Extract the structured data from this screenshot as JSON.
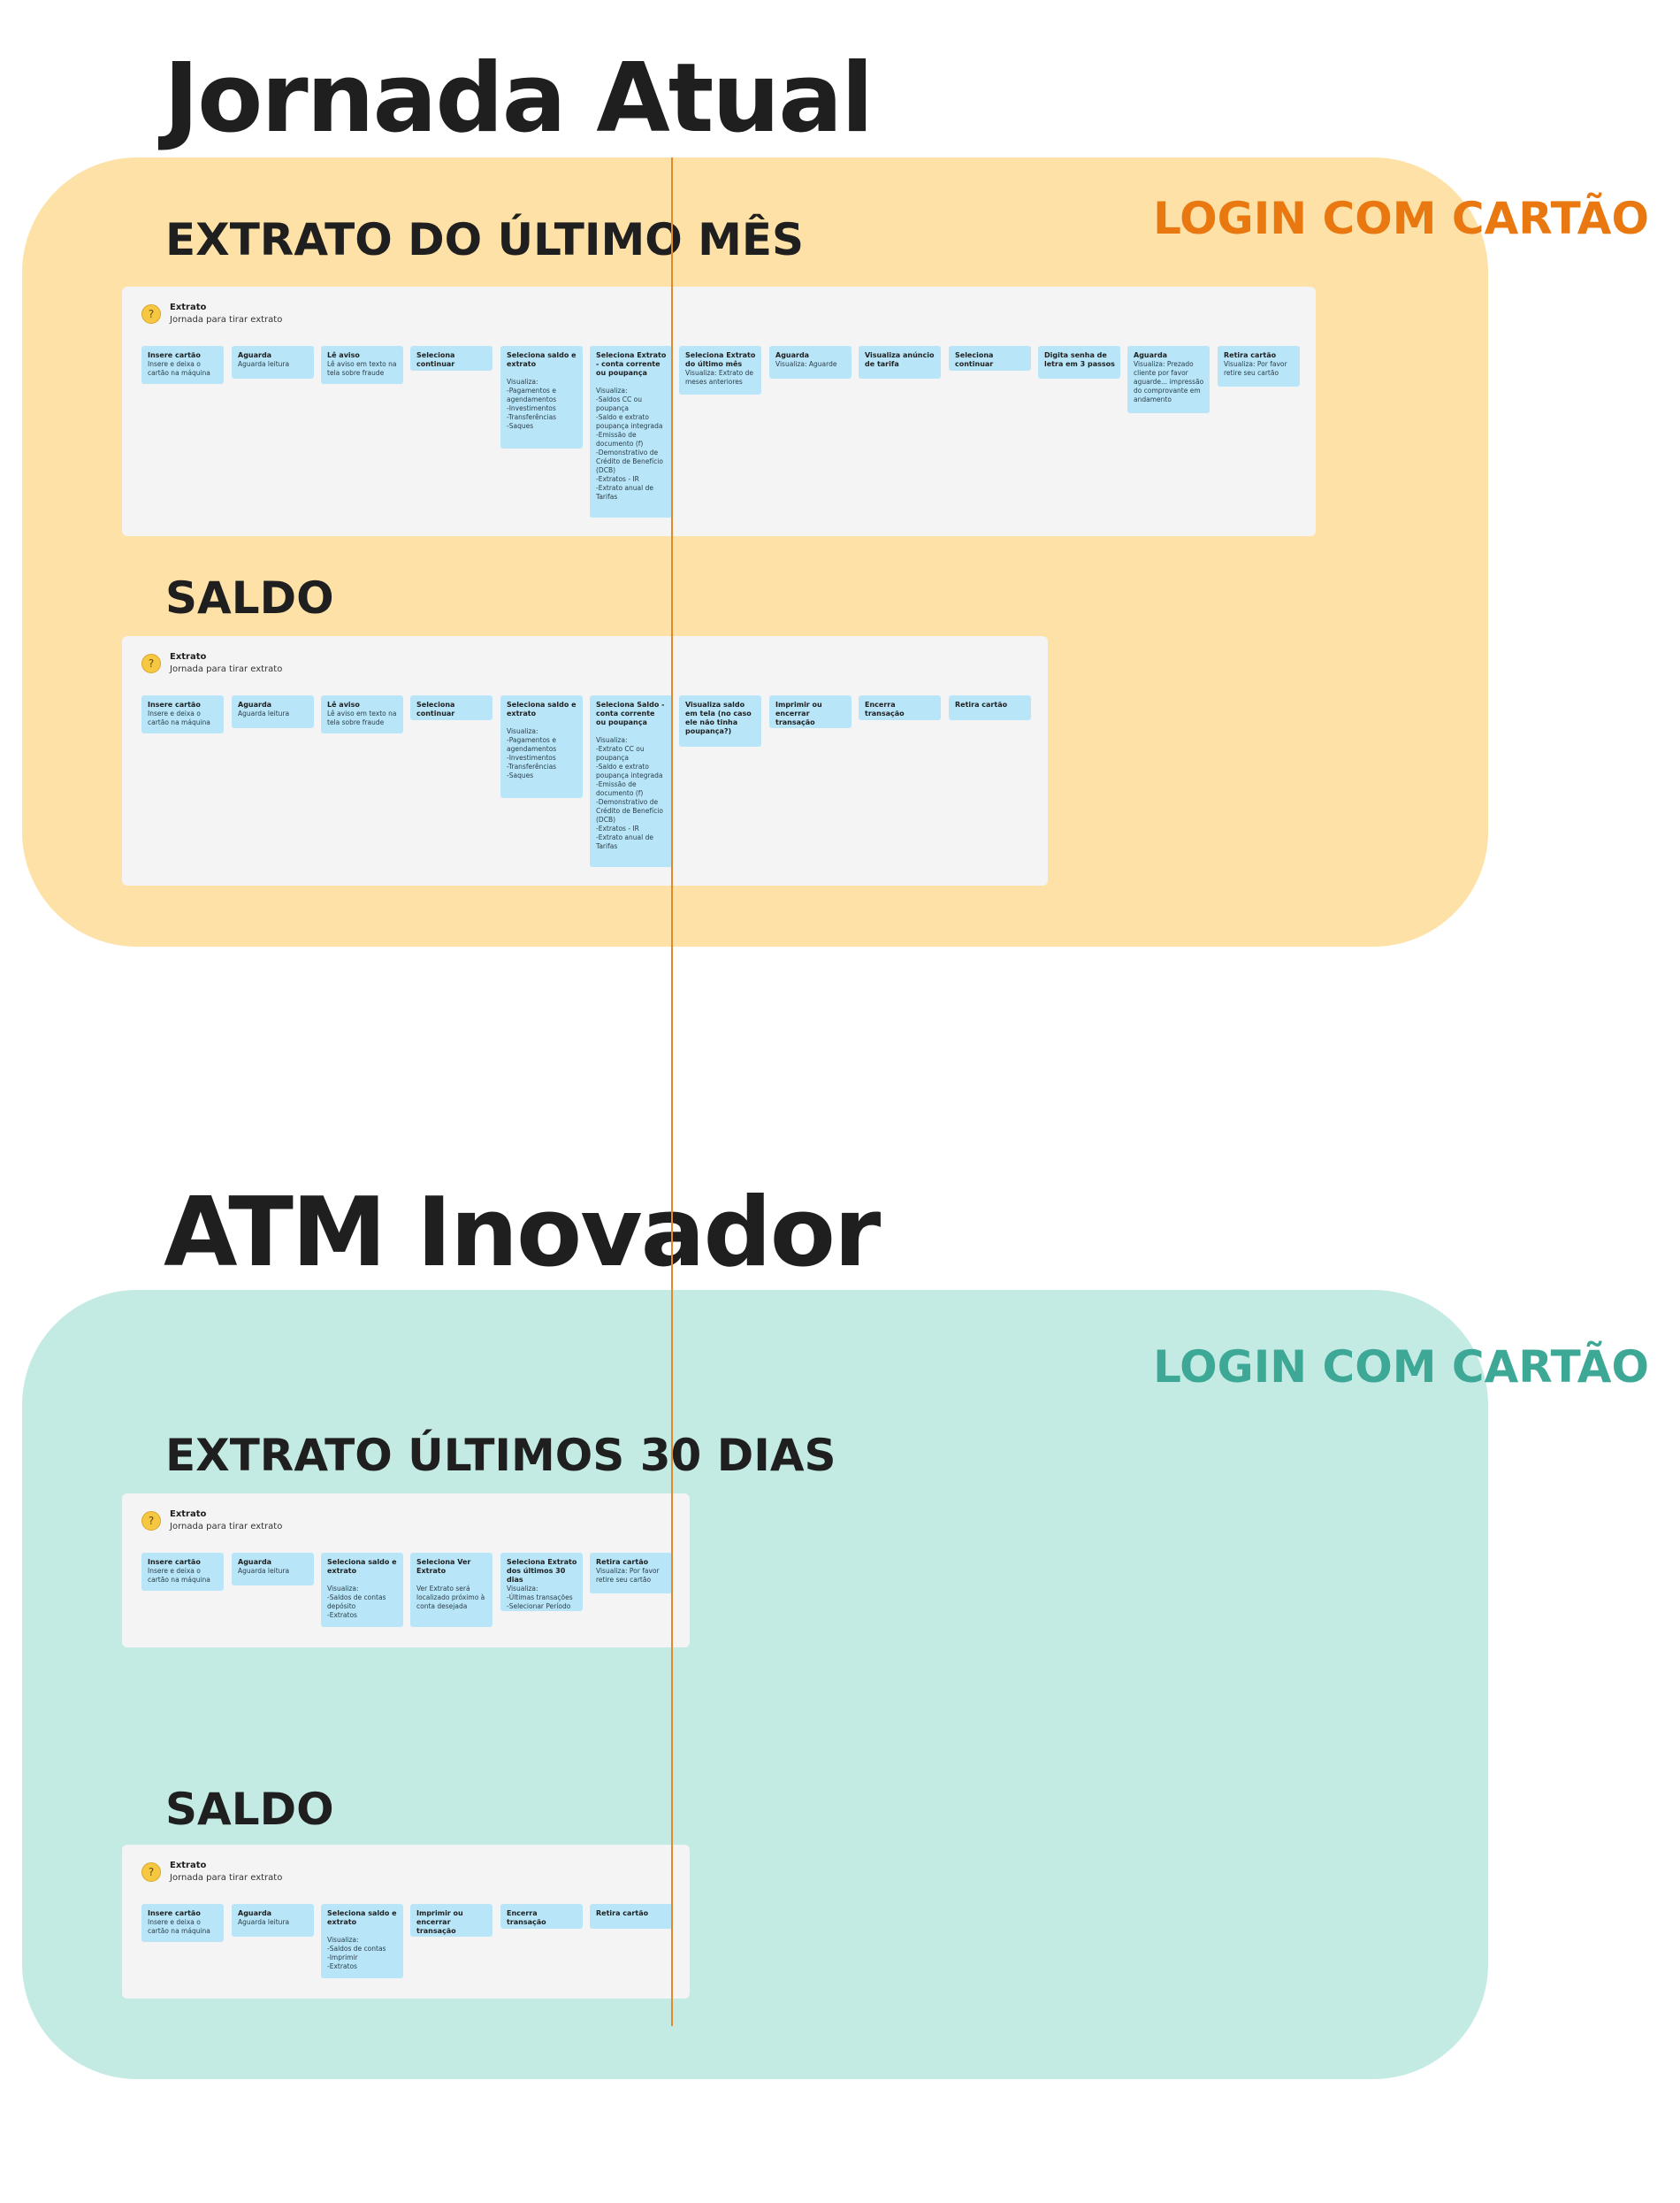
{
  "colors": {
    "current_region": "#fde1a6",
    "innovative_region": "#c3ebe4",
    "current_login": "#e8780f",
    "innovative_login": "#3ea897",
    "card": "#b8e6f8",
    "board": "#f4f4f4",
    "guide_line": "#e08a2c"
  },
  "current": {
    "title": "Jornada Atual",
    "login_label": "LOGIN COM CARTÃO",
    "sections": [
      {
        "title": "EXTRATO DO ÚLTIMO MÊS",
        "board": {
          "name": "Extrato",
          "subtitle": "Jornada para tirar extrato",
          "cards": [
            {
              "title": "Insere cartão",
              "body": "Insere e deixa o cartão na máquina"
            },
            {
              "title": "Aguarda",
              "body": "Aguarda leitura"
            },
            {
              "title": "Lê aviso",
              "body": "Lê aviso em texto na tela sobre fraude"
            },
            {
              "title": "Seleciona continuar",
              "body": ""
            },
            {
              "title": "Seleciona saldo e extrato",
              "body": "\nVisualiza:\n-Pagamentos e agendamentos\n-Investimentos\n-Transferências\n-Saques"
            },
            {
              "title": "Seleciona Extrato - conta corrente ou poupança",
              "body": "\nVisualiza:\n-Saldos CC ou poupança\n-Saldo e extrato poupança integrada\n-Emissão de documento (f)\n-Demonstrativo de Crédito de Benefício (DCB)\n-Extratos - IR\n-Extrato anual de Tarifas"
            },
            {
              "title": "Seleciona Extrato do último mês",
              "body": "Visualiza: Extrato de meses anteriores"
            },
            {
              "title": "Aguarda",
              "body": "Visualiza: Aguarde"
            },
            {
              "title": "Visualiza anúncio de tarifa",
              "body": ""
            },
            {
              "title": "Seleciona continuar",
              "body": ""
            },
            {
              "title": "Digita senha de letra em 3 passos",
              "body": ""
            },
            {
              "title": "Aguarda",
              "body": "Visualiza: Prezado cliente por favor aguarde... impressão do comprovante em andamento"
            },
            {
              "title": "Retira cartão",
              "body": "Visualiza: Por favor retire seu cartão"
            }
          ]
        }
      },
      {
        "title": "SALDO",
        "board": {
          "name": "Extrato",
          "subtitle": "Jornada para tirar extrato",
          "cards": [
            {
              "title": "Insere cartão",
              "body": "Insere e deixa o cartão na máquina"
            },
            {
              "title": "Aguarda",
              "body": "Aguarda leitura"
            },
            {
              "title": "Lê aviso",
              "body": "Lê aviso em texto na tela sobre fraude"
            },
            {
              "title": "Seleciona continuar",
              "body": ""
            },
            {
              "title": "Seleciona saldo e extrato",
              "body": "\nVisualiza:\n-Pagamentos e agendamentos\n-Investimentos\n-Transferências\n-Saques"
            },
            {
              "title": "Seleciona Saldo - conta corrente ou poupança",
              "body": "\nVisualiza:\n-Extrato CC ou poupança\n-Saldo e extrato poupança integrada\n-Emissão de documento (f)\n-Demonstrativo de Crédito de Benefício (DCB)\n-Extratos - IR\n-Extrato anual de Tarifas"
            },
            {
              "title": "Visualiza saldo em tela (no caso ele não tinha poupança?)",
              "body": ""
            },
            {
              "title": "Imprimir ou encerrar transação",
              "body": ""
            },
            {
              "title": "Encerra transação",
              "body": ""
            },
            {
              "title": "Retira cartão",
              "body": ""
            }
          ]
        }
      }
    ]
  },
  "innovative": {
    "title": "ATM Inovador",
    "login_label": "LOGIN COM CARTÃO",
    "sections": [
      {
        "title": "EXTRATO ÚLTIMOS 30 DIAS",
        "board": {
          "name": "Extrato",
          "subtitle": "Jornada para tirar extrato",
          "cards": [
            {
              "title": "Insere cartão",
              "body": "Insere e deixa o cartão na máquina"
            },
            {
              "title": "Aguarda",
              "body": "Aguarda leitura"
            },
            {
              "title": "Seleciona saldo e extrato",
              "body": "\nVisualiza:\n-Saldos de contas depósito\n-Extratos"
            },
            {
              "title": "Seleciona Ver Extrato",
              "body": "\nVer Extrato será localizado próximo à conta desejada"
            },
            {
              "title": "Seleciona Extrato dos últimos 30 dias",
              "body": "Visualiza:\n-Últimas transações\n-Selecionar Período"
            },
            {
              "title": "Retira cartão",
              "body": "Visualiza: Por favor retire seu cartão"
            }
          ]
        }
      },
      {
        "title": "SALDO",
        "board": {
          "name": "Extrato",
          "subtitle": "Jornada para tirar extrato",
          "cards": [
            {
              "title": "Insere cartão",
              "body": "Insere e deixa o cartão na máquina"
            },
            {
              "title": "Aguarda",
              "body": "Aguarda leitura"
            },
            {
              "title": "Seleciona saldo e extrato",
              "body": "\nVisualiza:\n-Saldos de contas\n-Imprimir\n-Extratos"
            },
            {
              "title": "Imprimir ou encerrar transação",
              "body": ""
            },
            {
              "title": "Encerra transação",
              "body": ""
            },
            {
              "title": "Retira cartão",
              "body": ""
            }
          ]
        }
      }
    ]
  }
}
